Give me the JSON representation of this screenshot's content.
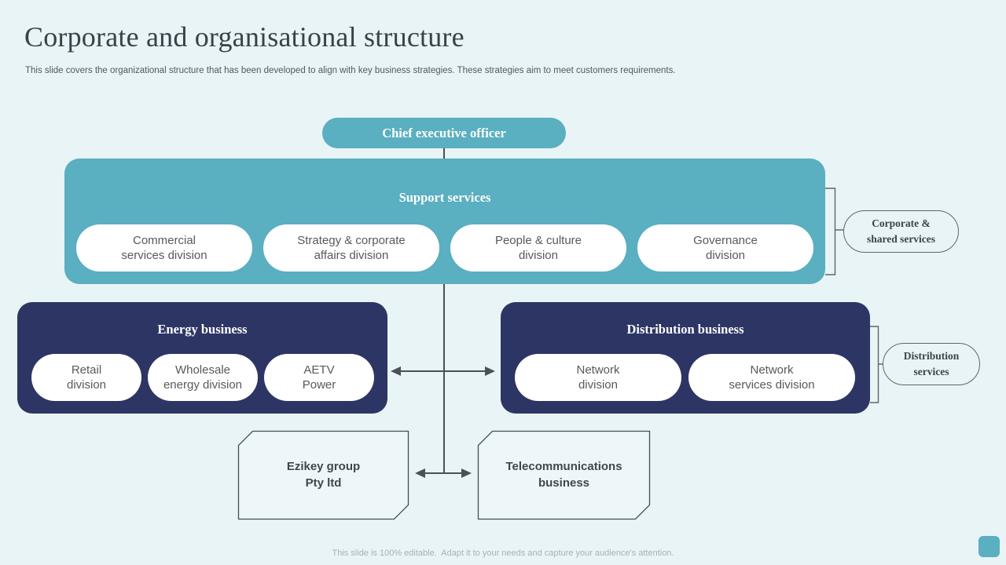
{
  "slide": {
    "title": "Corporate and organisational structure",
    "subtitle": "This slide covers the organizational structure that has been developed to align with key business strategies. These strategies aim to meet customers requirements.",
    "footer": "This slide is 100% editable.  Adapt it to your needs and capture your audience's attention."
  },
  "colors": {
    "background": "#e9f4f6",
    "teal": "#5aafc0",
    "navy": "#2d3565",
    "connector": "#4a5158",
    "shape_fill": "#edf7f9"
  },
  "org_chart": {
    "ceo": {
      "label": "Chief executive officer"
    },
    "support_services": {
      "title": "Support services",
      "divisions": [
        "Commercial\nservices division",
        "Strategy & corporate\naffairs division",
        "People & culture\ndivision",
        "Governance\ndivision"
      ]
    },
    "corporate_shared_services": {
      "label": "Corporate &\nshared services"
    },
    "energy_business": {
      "title": "Energy business",
      "divisions": [
        "Retail\ndivision",
        "Wholesale\nenergy division",
        "AETV\nPower"
      ]
    },
    "distribution_business": {
      "title": "Distribution business",
      "divisions": [
        "Network\ndivision",
        "Network\nservices division"
      ]
    },
    "distribution_services": {
      "label": "Distribution\nservices"
    },
    "subsidiaries": {
      "ezikey": {
        "label": "Ezikey group\nPty ltd"
      },
      "telecommunications": {
        "label": "Telecommunications\nbusiness"
      }
    }
  }
}
